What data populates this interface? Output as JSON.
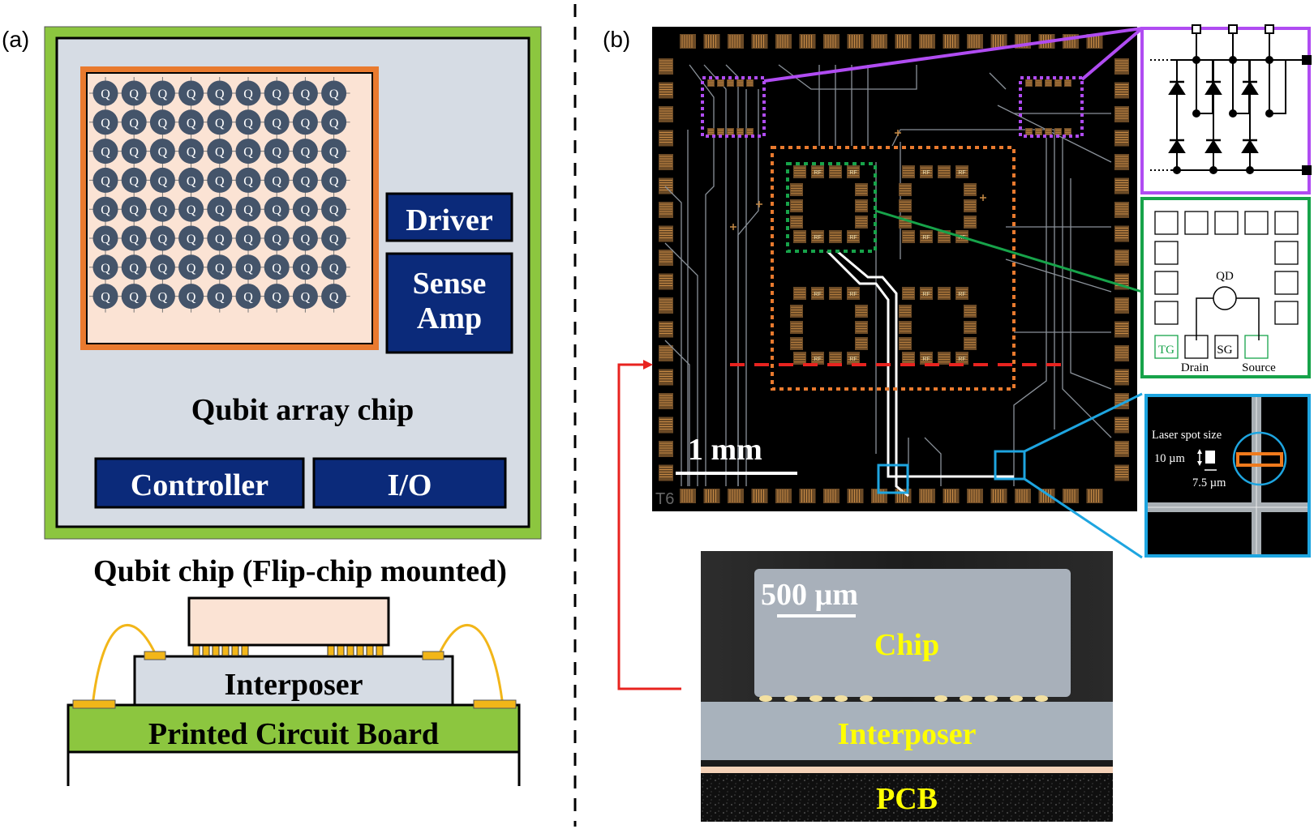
{
  "panel_a": {
    "label": "(a)",
    "qubit_glyph": "Q",
    "grid_rows": 8,
    "grid_cols": 9,
    "driver": "Driver",
    "sense_amp_line1": "Sense",
    "sense_amp_line2": "Amp",
    "chip_title": "Qubit array chip",
    "controller": "Controller",
    "io": "I/O",
    "flipchip_title": "Qubit chip (Flip-chip mounted)",
    "interposer": "Interposer",
    "pcb": "Printed Circuit Board"
  },
  "panel_b": {
    "label": "(b)",
    "scale_bar": "1 mm",
    "corner_mark": "T6",
    "pad_text": "RF",
    "inset_qd": {
      "qd": "QD",
      "tg": "TG",
      "sg": "SG",
      "drain": "Drain",
      "source": "Source"
    },
    "inset_laser": {
      "title": "Laser spot size",
      "height": "10 µm",
      "width": "7.5 µm"
    },
    "photo": {
      "scale_bar": "500 µm",
      "chip": "Chip",
      "interposer": "Interposer",
      "pcb": "PCB"
    }
  },
  "colors": {
    "pcb_green": "#8cc63f",
    "chip_gray": "#d6dce4",
    "qubit_orange": "#e97a2e",
    "qubit_fill": "#fbe3d4",
    "qubit_circle": "#44546a",
    "box_navy": "#0b2a7a",
    "purple": "#b04cf2",
    "green": "#17a34a",
    "cyan": "#1ea5e0",
    "red": "#e8231f",
    "yellow_text": "#ffff00"
  }
}
